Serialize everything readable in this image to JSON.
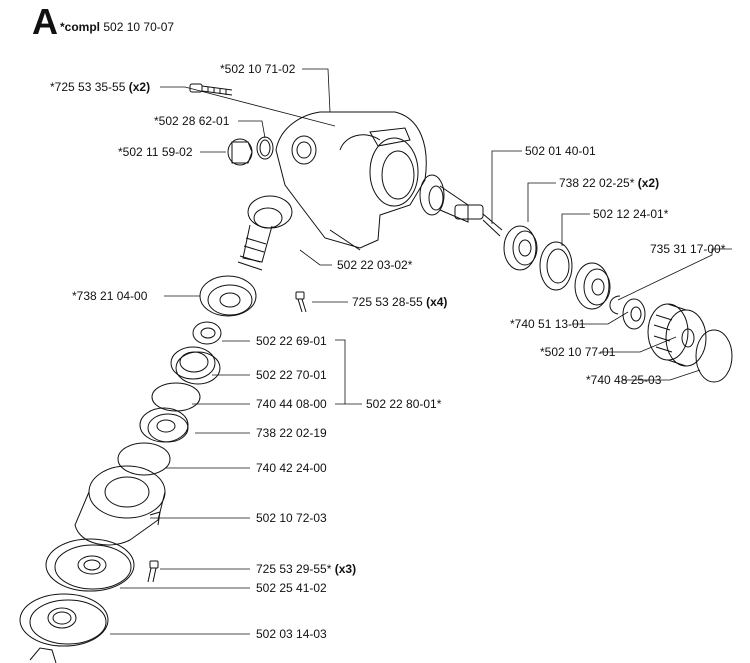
{
  "header": {
    "letter": "A",
    "prefix": "*compl",
    "number": "502 10 70-07"
  },
  "labels": [
    {
      "id": "p1",
      "text": "*502 10 71-02",
      "qty": ""
    },
    {
      "id": "p2",
      "text": "*725 53 35-55",
      "qty": "(x2)"
    },
    {
      "id": "p3",
      "text": "*502 28 62-01",
      "qty": ""
    },
    {
      "id": "p4",
      "text": "*502 11 59-02",
      "qty": ""
    },
    {
      "id": "p5",
      "text": "502 01 40-01",
      "qty": ""
    },
    {
      "id": "p6",
      "text": "738 22 02-25*",
      "qty": "(x2)"
    },
    {
      "id": "p7",
      "text": "502 12 24-01*",
      "qty": ""
    },
    {
      "id": "p8",
      "text": "735 31 17-00*",
      "qty": ""
    },
    {
      "id": "p9",
      "text": "502 22 03-02*",
      "qty": ""
    },
    {
      "id": "p10",
      "text": "725 53 28-55",
      "qty": "(x4)"
    },
    {
      "id": "p11",
      "text": "*738 21 04-00",
      "qty": ""
    },
    {
      "id": "p12",
      "text": "*740 51 13-01",
      "qty": ""
    },
    {
      "id": "p13",
      "text": "*502 10 77-01",
      "qty": ""
    },
    {
      "id": "p14",
      "text": "*740 48 25-03",
      "qty": ""
    },
    {
      "id": "p15",
      "text": "502 22 69-01",
      "qty": ""
    },
    {
      "id": "p16",
      "text": "502 22 70-01",
      "qty": ""
    },
    {
      "id": "p17",
      "text": "740 44 08-00",
      "qty": ""
    },
    {
      "id": "p18",
      "text": "502 22 80-01*",
      "qty": ""
    },
    {
      "id": "p19",
      "text": "738 22 02-19",
      "qty": ""
    },
    {
      "id": "p20",
      "text": "740 42 24-00",
      "qty": ""
    },
    {
      "id": "p21",
      "text": "502 10 72-03",
      "qty": ""
    },
    {
      "id": "p22",
      "text": "725 53 29-55*",
      "qty": "(x3)"
    },
    {
      "id": "p23",
      "text": "502 25 41-02",
      "qty": ""
    },
    {
      "id": "p24",
      "text": "502 03 14-03",
      "qty": ""
    }
  ]
}
